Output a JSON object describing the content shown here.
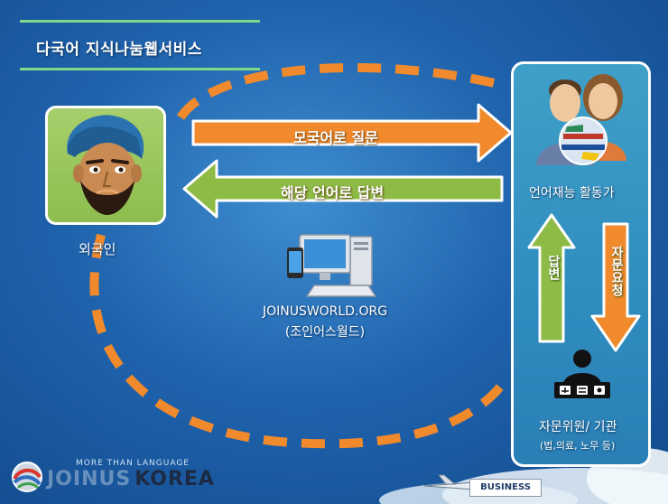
{
  "title": "다국어 지식나눔웹서비스",
  "foreigner_label": "외국인",
  "arrow_question": "모국어로 질문",
  "arrow_answer": "해당 언어로 답변",
  "talent_label": "언어재능 활동가",
  "advisory_label": "자문위원/ 기관",
  "advisory_sub": "(법,의료, 노무 등)",
  "answer_vertical": "답변",
  "request_vertical": "자문요청",
  "site_name": "JOINUSWORLD.ORG",
  "site_name_kr": "(조인어스월드)",
  "brand_tagline": "MORE THAN LANGUAGE",
  "brand_name_1": "JOINUS",
  "brand_name_2": "KOREA",
  "plane_label": "BUSINESS",
  "colors": {
    "orange_arrow": "#f08a2c",
    "green_arrow": "#8dbb45",
    "background": "#1f63ad",
    "panel": "#2f8cbf"
  }
}
